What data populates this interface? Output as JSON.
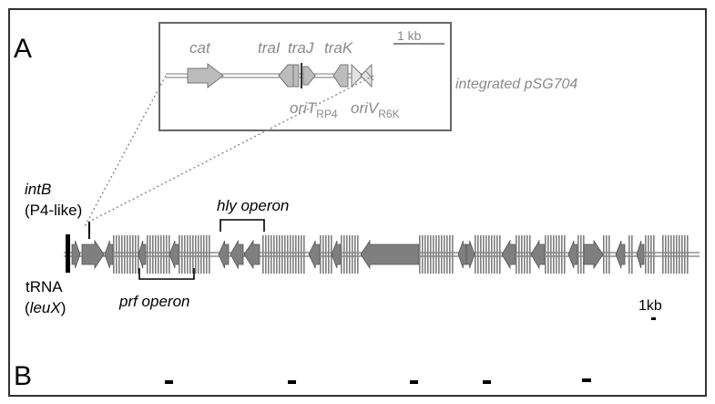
{
  "panels": {
    "a": "A",
    "b": "B"
  },
  "inset": {
    "scale_label": "1 kb",
    "caption": "integrated pSG704",
    "genes": [
      {
        "label": "cat",
        "italic": true
      },
      {
        "label": "traI",
        "italic": true
      },
      {
        "label": "traJ",
        "italic": true
      },
      {
        "label": "traK",
        "italic": true
      }
    ],
    "origins": [
      {
        "label": "oriT",
        "subscript": "RP4"
      },
      {
        "label": "oriV",
        "subscript": "R6K"
      }
    ]
  },
  "labels": {
    "intb": "intB",
    "intb_sub": "(P4-like)",
    "trna": "tRNA",
    "leux": "leuX",
    "hly_operon": "hly operon",
    "prf_operon": "prf operon",
    "scale_label": "1kb"
  },
  "colors": {
    "gene_fill": "#7f7f7f",
    "gene_stroke": "#555555",
    "inset_gene_fill": "#bcbcbc",
    "inset_text": "#8a8a8a",
    "frame": "#333333"
  }
}
